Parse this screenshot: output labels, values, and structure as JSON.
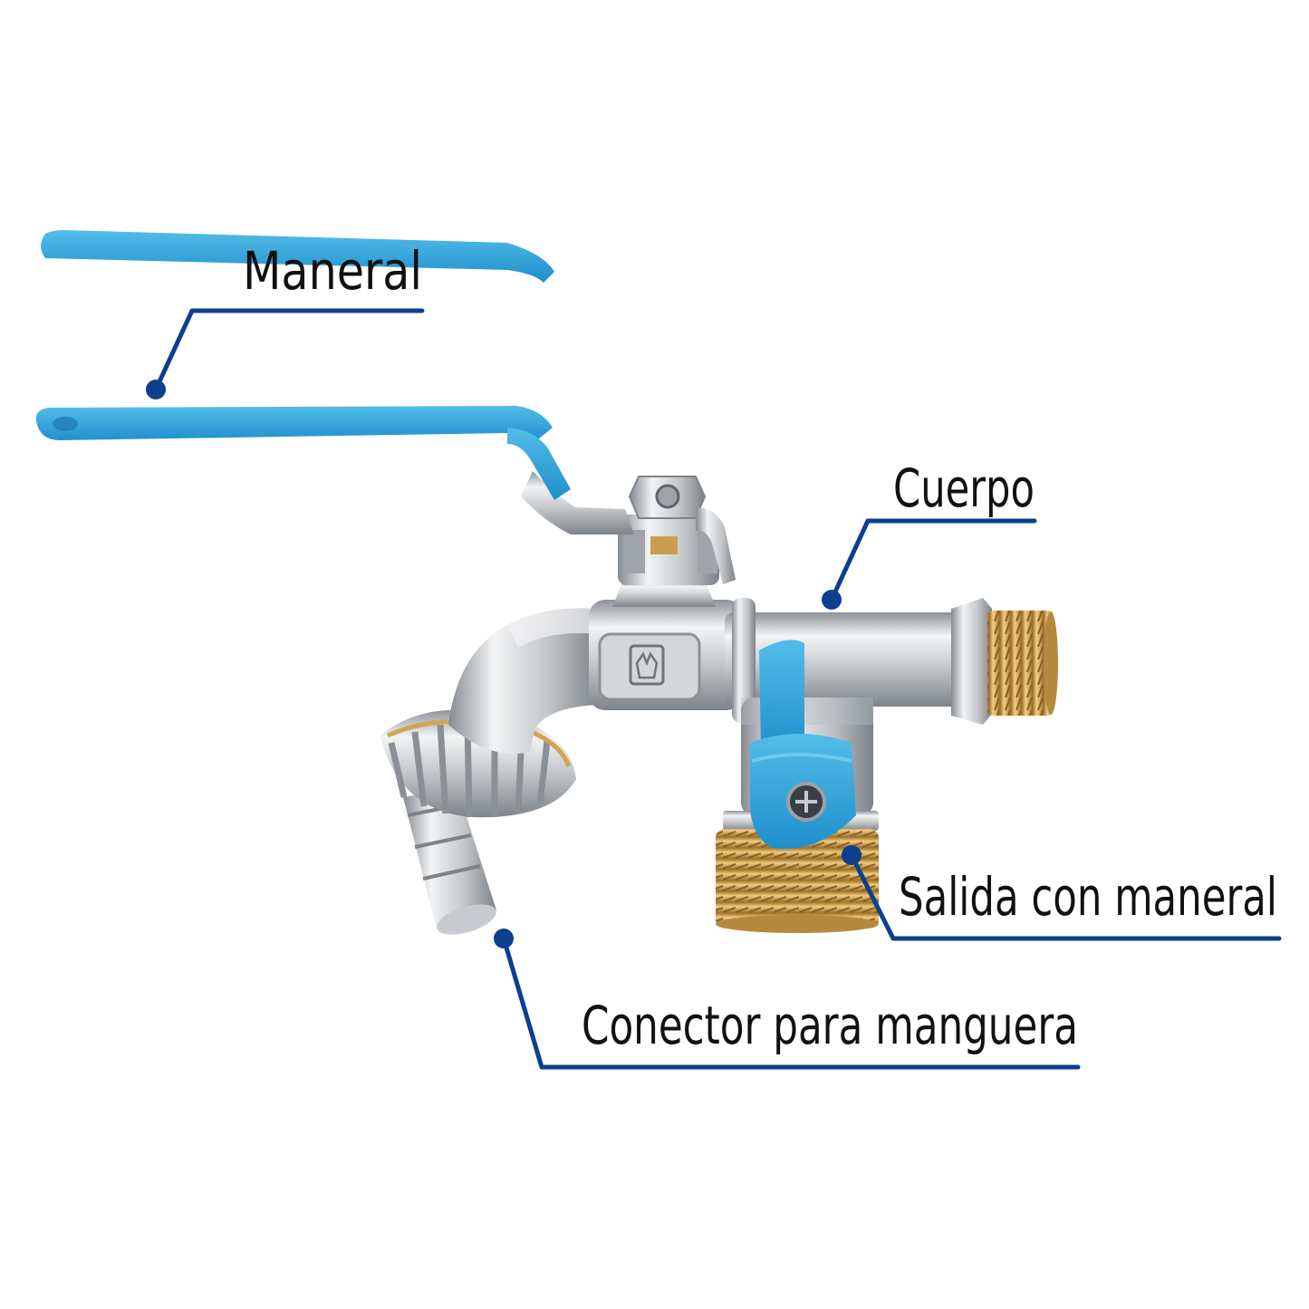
{
  "labels": {
    "maneral": "Maneral",
    "cuerpo": "Cuerpo",
    "salida": "Salida con maneral",
    "conector": "Conector para manguera"
  },
  "colors": {
    "leader": "#0d3f8f",
    "handle_blue": "#2ca3dc",
    "chrome_light": "#eef0f2",
    "chrome_mid": "#c7cbcf",
    "chrome_dark": "#7d8388",
    "brass": "#d1a455",
    "brass_dark": "#a87a2e"
  }
}
